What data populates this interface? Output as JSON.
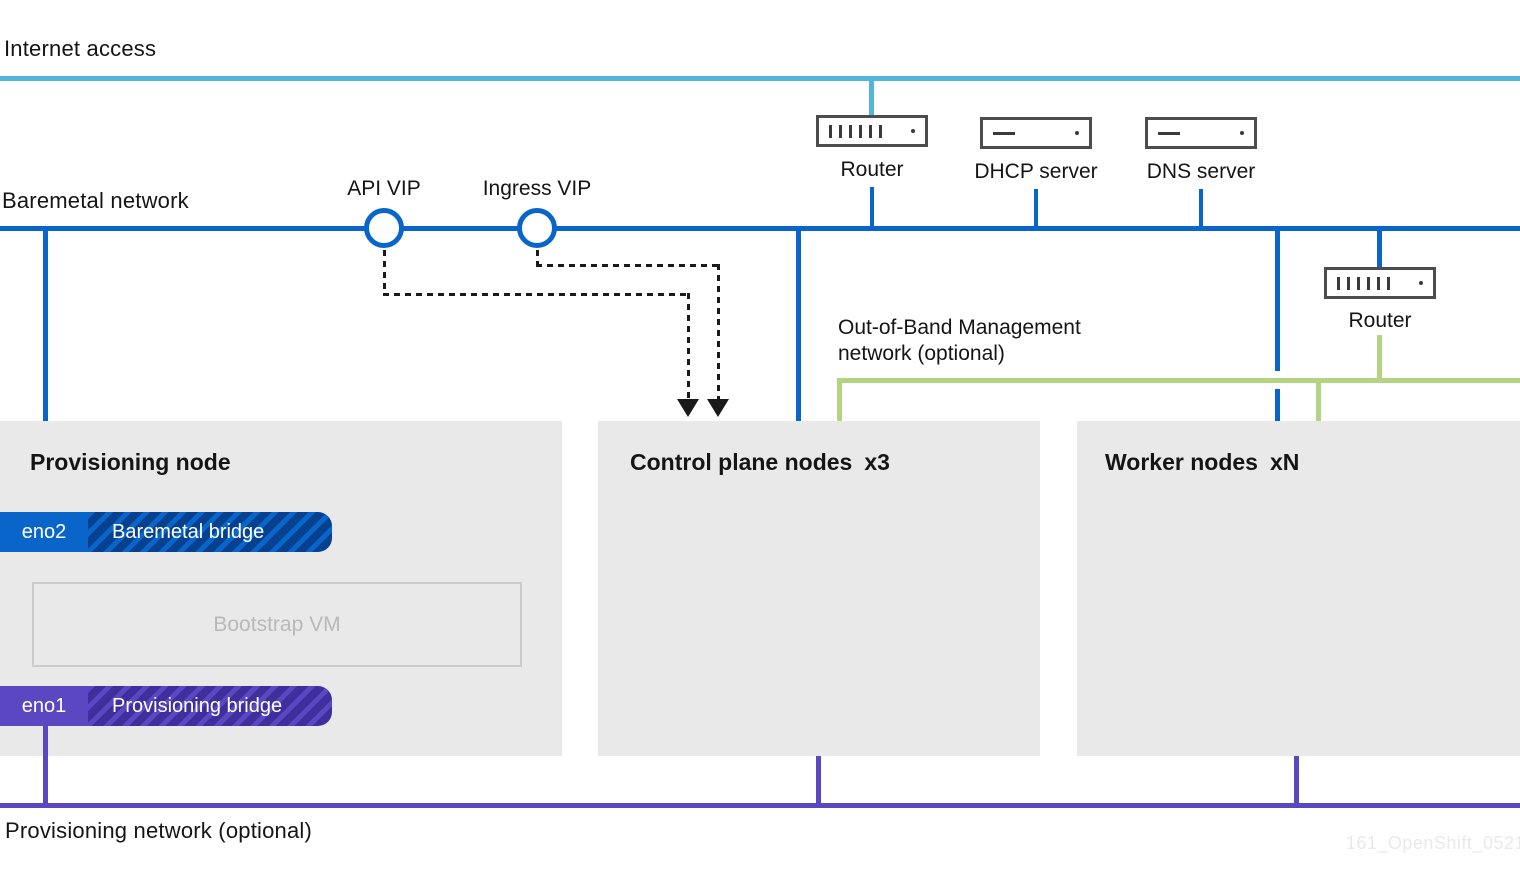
{
  "palette": {
    "cyan": "#52b5d9",
    "blue": "#0a65cb",
    "blue_dark": "#05418f",
    "green": "#b5d481",
    "purple": "#5b47c2",
    "purple_dark": "#3e2f9d",
    "ink": "#151515",
    "dash": "#1a1a1a",
    "gray_box": "#e9e9e9",
    "icon_border": "#4d4d4d",
    "muted_border": "#cbcbcb",
    "muted_text": "#b9b9b9",
    "watermark": "#e9e9e9"
  },
  "networks": {
    "internet": {
      "label": "Internet access"
    },
    "baremetal": {
      "label": "Baremetal network"
    },
    "out_of_band": {
      "label_line1": "Out-of-Band Management",
      "label_line2": "network (optional)"
    },
    "provisioning": {
      "label": "Provisioning network (optional)"
    }
  },
  "vips": {
    "api": {
      "label": "API VIP"
    },
    "ingress": {
      "label": "Ingress VIP"
    }
  },
  "devices": {
    "router_top": {
      "label": "Router"
    },
    "dhcp": {
      "label": "DHCP server"
    },
    "dns": {
      "label": "DNS server"
    },
    "router_right": {
      "label": "Router"
    }
  },
  "nodes": {
    "provisioning": {
      "title": "Provisioning node",
      "bootstrap_vm": "Bootstrap VM",
      "nics": [
        {
          "name": "eno2",
          "bridge": "Baremetal bridge"
        },
        {
          "name": "eno1",
          "bridge": "Provisioning bridge"
        }
      ]
    },
    "control_plane": {
      "title": "Control plane nodes",
      "multiplier": "x3"
    },
    "worker": {
      "title": "Worker nodes",
      "multiplier": "xN"
    }
  },
  "watermark": "161_OpenShift_0521"
}
